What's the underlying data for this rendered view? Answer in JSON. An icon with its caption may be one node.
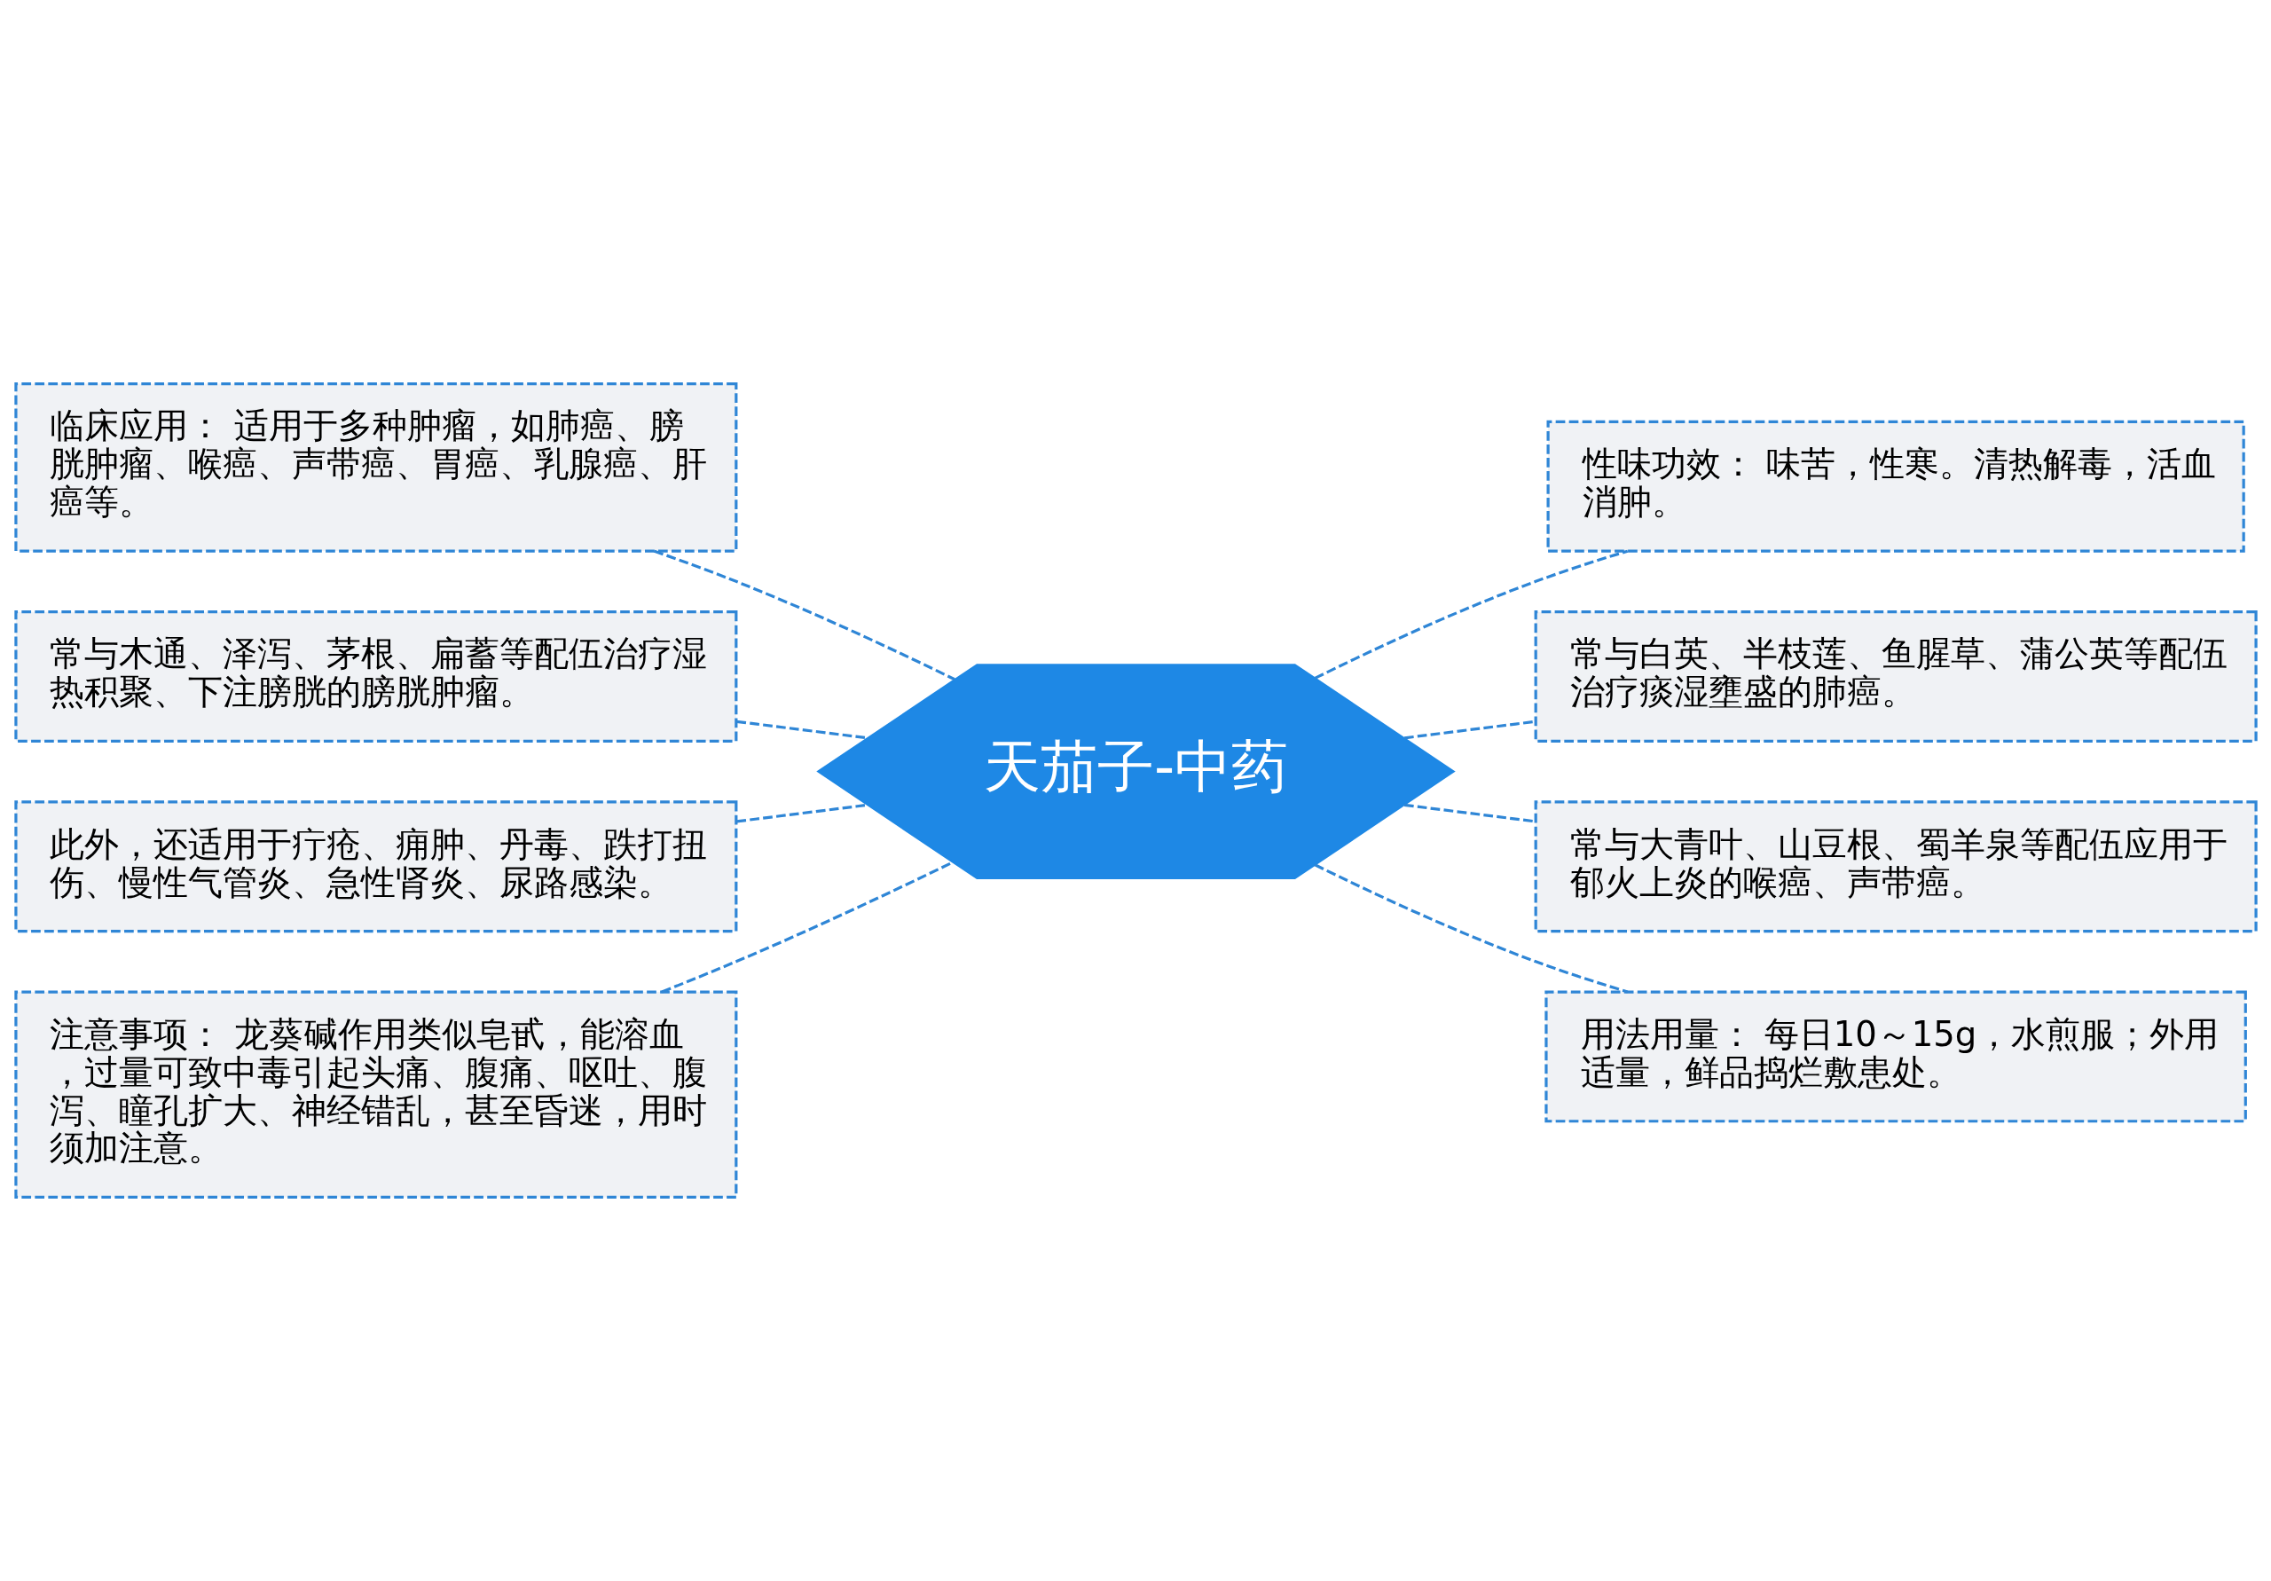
{
  "diagram": {
    "nodes": [
      {
        "text": [
          "天茄子-中药"
        ]
      },
      {
        "text": [
          "临床应用： 适用于多种肿瘤，如肺癌、膀胱肿瘤、喉癌、声带癌、胃癌、乳腺癌、肝癌等。"
        ]
      },
      {
        "text": [
          "常与木通、泽泻、茅根、扁蓄等配伍治疗湿热积聚、下注膀胱的膀胱肿瘤。"
        ]
      },
      {
        "text": [
          "此外，还适用于疔疮、痈肿、丹毒、跌打扭伤、慢性气管炎、急性肾炎、尿路感染。"
        ]
      },
      {
        "text": [
          "注意事项： 龙葵碱作用类似皂甙，能溶血，过量可致中毒引起头痛、腹痛、呕吐、腹泻、瞳孔扩大、神经错乱，甚至昏迷，用时须加注意。"
        ]
      },
      {
        "text": [
          "性味功效： 味苦，性寒。清热解毒，活血消肿。"
        ]
      },
      {
        "text": [
          "常与白英、半枝莲、鱼腥草、蒲公英等配伍治疗痰湿壅盛的肺癌。"
        ]
      },
      {
        "text": [
          "常与大青叶、山豆根、蜀羊泉等配伍应用于郁火上炎的喉癌、声带癌。"
        ]
      },
      {
        "text": [
          "用法用量： 每日10～15g，水煎服；外用适量，鲜品捣烂敷患处。"
        ]
      }
    ],
    "edges": [
      {
        "from": 0,
        "to": 1,
        "arrow": "none",
        "style": "dashed"
      },
      {
        "from": 0,
        "to": 2,
        "arrow": "none",
        "style": "dashed"
      },
      {
        "from": 0,
        "to": 3,
        "arrow": "none",
        "style": "dashed"
      },
      {
        "from": 0,
        "to": 4,
        "arrow": "none",
        "style": "dashed"
      },
      {
        "from": 0,
        "to": 5,
        "arrow": "none",
        "style": "dashed"
      },
      {
        "from": 0,
        "to": 6,
        "arrow": "none",
        "style": "dashed"
      },
      {
        "from": 0,
        "to": 7,
        "arrow": "none",
        "style": "dashed"
      },
      {
        "from": 0,
        "to": 8,
        "arrow": "none",
        "style": "dashed"
      }
    ]
  }
}
